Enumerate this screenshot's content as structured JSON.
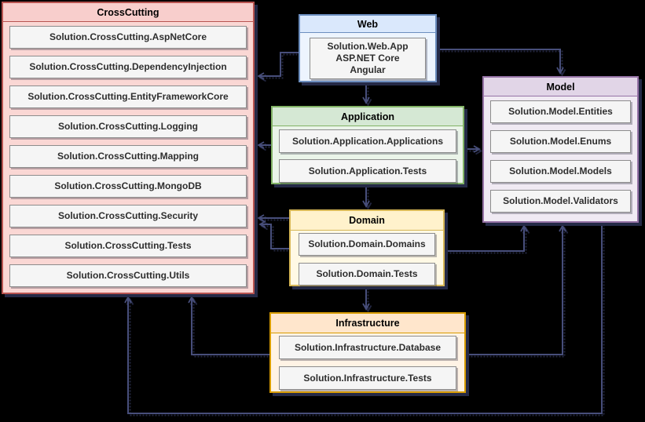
{
  "diagram": {
    "background_color": "#000000",
    "arrow_color": "#474e7a",
    "item_fill": "#f5f5f5",
    "item_stroke": "#8c8c8c"
  },
  "groups": {
    "crosscutting": {
      "title": "CrossCutting",
      "fill": "#f8cecc",
      "stroke": "#b85450",
      "items": [
        "Solution.CrossCutting.AspNetCore",
        "Solution.CrossCutting.DependencyInjection",
        "Solution.CrossCutting.EntityFrameworkCore",
        "Solution.CrossCutting.Logging",
        "Solution.CrossCutting.Mapping",
        "Solution.CrossCutting.MongoDB",
        "Solution.CrossCutting.Security",
        "Solution.CrossCutting.Tests",
        "Solution.CrossCutting.Utils"
      ]
    },
    "web": {
      "title": "Web",
      "fill": "#dae8fc",
      "stroke": "#6c8ebf",
      "items": [
        "Solution.Web.App\nASP.NET Core\nAngular"
      ]
    },
    "application": {
      "title": "Application",
      "fill": "#d5e8d4",
      "stroke": "#82b366",
      "items": [
        "Solution.Application.Applications",
        "Solution.Application.Tests"
      ]
    },
    "model": {
      "title": "Model",
      "fill": "#e1d5e7",
      "stroke": "#9673a6",
      "items": [
        "Solution.Model.Entities",
        "Solution.Model.Enums",
        "Solution.Model.Models",
        "Solution.Model.Validators"
      ]
    },
    "domain": {
      "title": "Domain",
      "fill": "#fff2cc",
      "stroke": "#d6b656",
      "items": [
        "Solution.Domain.Domains",
        "Solution.Domain.Tests"
      ]
    },
    "infrastructure": {
      "title": "Infrastructure",
      "fill": "#ffe6cc",
      "stroke": "#d79b00",
      "items": [
        "Solution.Infrastructure.Database",
        "Solution.Infrastructure.Tests"
      ]
    }
  },
  "edges": [
    {
      "from": "Web",
      "to": "CrossCutting"
    },
    {
      "from": "Web",
      "to": "Application"
    },
    {
      "from": "Web",
      "to": "Model"
    },
    {
      "from": "Application",
      "to": "CrossCutting"
    },
    {
      "from": "Application",
      "to": "Model"
    },
    {
      "from": "Application",
      "to": "Domain"
    },
    {
      "from": "Domain",
      "to": "CrossCutting"
    },
    {
      "from": "Domain",
      "to": "CrossCutting"
    },
    {
      "from": "Domain",
      "to": "Model"
    },
    {
      "from": "Domain",
      "to": "Infrastructure"
    },
    {
      "from": "Infrastructure",
      "to": "CrossCutting"
    },
    {
      "from": "Infrastructure",
      "to": "Model"
    },
    {
      "from": "Model",
      "to": "CrossCutting"
    }
  ]
}
